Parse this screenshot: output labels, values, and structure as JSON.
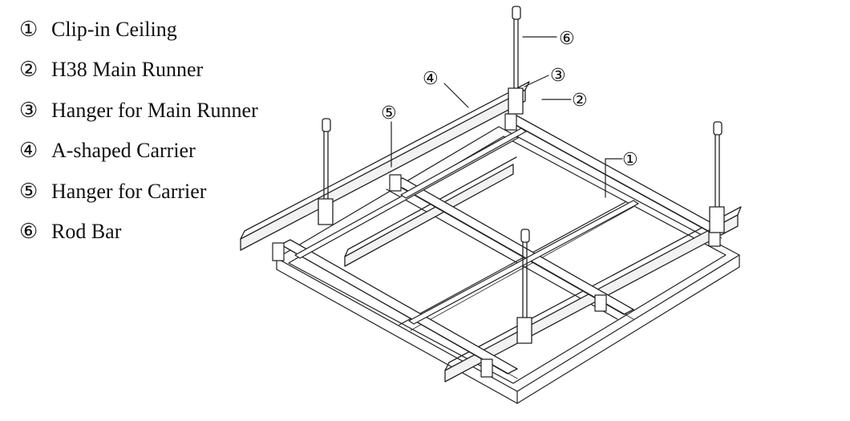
{
  "legend": [
    {
      "num": "①",
      "label": "Clip-in Ceiling"
    },
    {
      "num": "②",
      "label": "H38 Main Runner"
    },
    {
      "num": "③",
      "label": "Hanger for Main Runner"
    },
    {
      "num": "④",
      "label": "A-shaped Carrier"
    },
    {
      "num": "⑤",
      "label": "Hanger for Carrier"
    },
    {
      "num": "⑥",
      "label": "Rod Bar"
    }
  ],
  "callouts": {
    "c1": "①",
    "c2": "②",
    "c3": "③",
    "c4": "④",
    "c5": "⑤",
    "c6": "⑥"
  }
}
